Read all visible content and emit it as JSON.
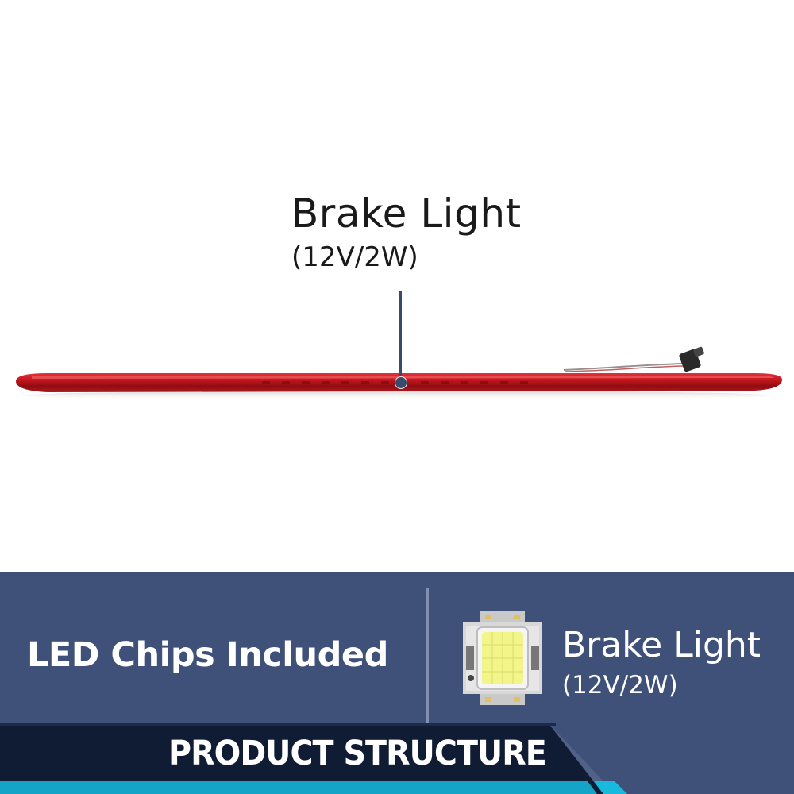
{
  "callout": {
    "title": "Brake Light",
    "subtitle": "(12V/2W)"
  },
  "panel": {
    "left_heading": "LED Chips Included",
    "right_title": "Brake Light",
    "right_subtitle": "(12V/2W)"
  },
  "banner": {
    "label": "PRODUCT STRUCTURE"
  },
  "colors": {
    "panel_background": "#3f5178",
    "lamp_red": "#c4161c",
    "leader": "#3a4a6a",
    "banner_dark": "#0d1a2e",
    "banner_cyan": "#19b6d9",
    "chip_yellow": "#f2f58a"
  },
  "icons": [
    "led-chip-icon",
    "wire-connector-icon"
  ]
}
